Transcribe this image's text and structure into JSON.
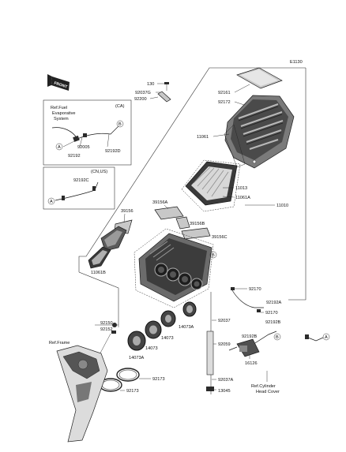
{
  "diagram": {
    "figure_code": "E1130",
    "front_label": "FRONT",
    "inset_ca": {
      "region": "(CA)",
      "title_lines": [
        "Ref.Fuel",
        "Evaporative",
        "System"
      ],
      "labels": [
        "92005",
        "92192D",
        "92192"
      ],
      "connectors": [
        "A",
        "B"
      ]
    },
    "inset_cnus": {
      "region": "(CN,US)",
      "labels": [
        "92192C"
      ],
      "connectors": [
        "A"
      ]
    },
    "part_labels": [
      "130",
      "92037G",
      "92200",
      "92161",
      "92172",
      "11061",
      "11013",
      "11061A",
      "11010",
      "39156A",
      "39156",
      "39156B",
      "39156C",
      "11061B",
      "92170",
      "92192A",
      "92170",
      "92192B",
      "92192B",
      "16126",
      "92037",
      "92059",
      "92037A",
      "13045",
      "14073A",
      "14073",
      "14073",
      "14073A",
      "92150",
      "92152",
      "92173",
      "92173"
    ],
    "refs": {
      "frame": "Ref.Frame",
      "cylinder_head": [
        "Ref.Cylinder",
        "Head Cover"
      ]
    },
    "callouts": [
      "B",
      "A",
      "B"
    ]
  }
}
